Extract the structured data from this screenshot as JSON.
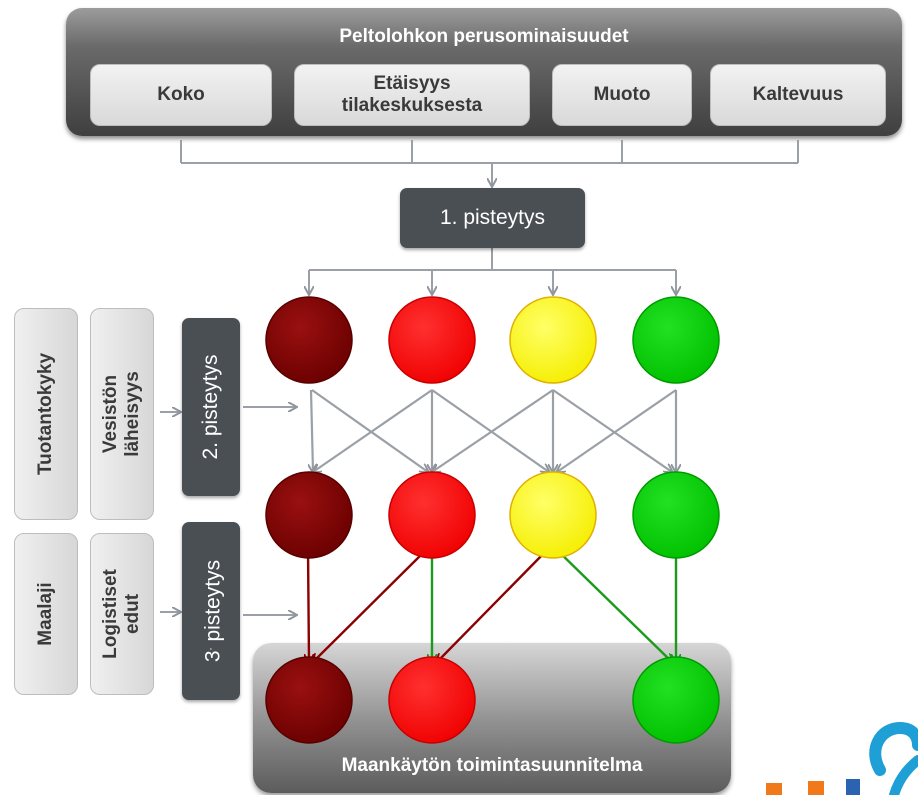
{
  "header": {
    "title": "Peltolohkon perusominaisuudet",
    "attributes": [
      {
        "line1": "Koko",
        "line2": ""
      },
      {
        "line1": "Etäisyys",
        "line2": "tilakeskuksesta"
      },
      {
        "line1": "Muoto",
        "line2": ""
      },
      {
        "line1": "Kaltevuus",
        "line2": ""
      }
    ]
  },
  "scoring": {
    "first": "1. pisteytys",
    "second": "2. pisteytys",
    "third": "3. pisteytys",
    "third_prefix": "3",
    "third_suffix": " pisteytys"
  },
  "inputs": {
    "second_round": [
      {
        "line1": "Tuotantokyky",
        "line2": ""
      },
      {
        "line1": "Vesistön",
        "line2": "läheisyys"
      }
    ],
    "third_round": [
      {
        "line1": "Maalaji",
        "line2": ""
      },
      {
        "line1": "Logistiset",
        "line2": "edut"
      }
    ]
  },
  "classes": {
    "colors": {
      "dark_red": "#7a0000",
      "red": "#ff0000",
      "yellow": "#ffff00",
      "green": "#00cc00"
    },
    "row1": [
      "dark_red",
      "red",
      "yellow",
      "green"
    ],
    "row2": [
      "dark_red",
      "red",
      "yellow",
      "green"
    ],
    "row3": [
      "dark_red",
      "red",
      "green"
    ]
  },
  "output": {
    "label": "Maankäytön toimintasuunnitelma"
  }
}
